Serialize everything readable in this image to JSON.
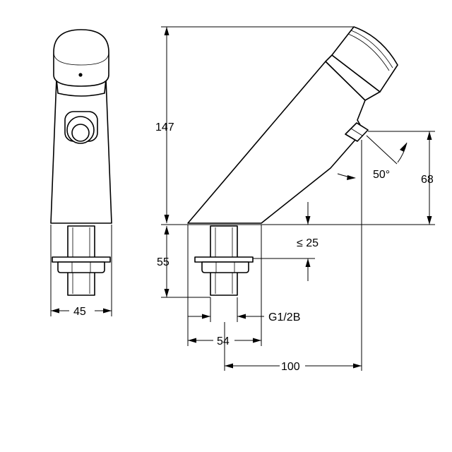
{
  "dimensions": {
    "height_total": "147",
    "height_shank": "55",
    "width_body": "45",
    "width_base": "54",
    "reach": "100",
    "outlet_height": "68",
    "angle": "50°",
    "max_counter": "≤ 25",
    "thread": "G1/2B"
  },
  "colors": {
    "line": "#000000",
    "background": "#ffffff"
  }
}
